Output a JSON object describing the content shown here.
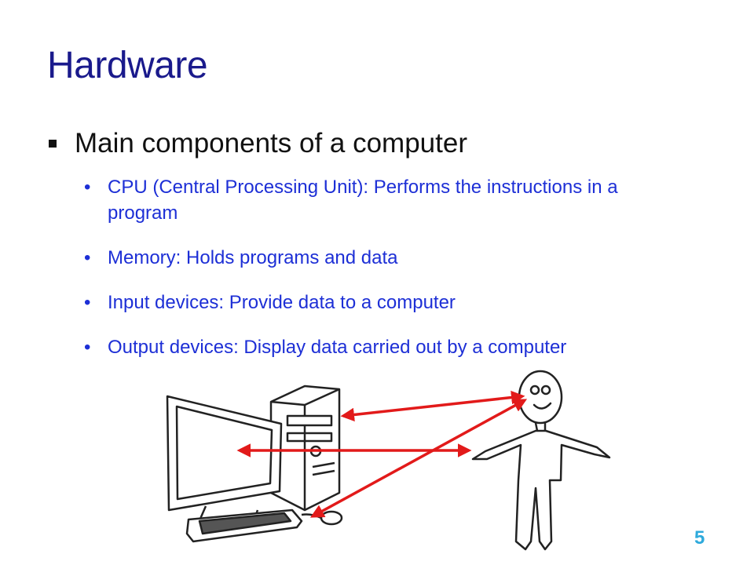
{
  "slide": {
    "title": "Hardware",
    "main_bullet": "Main components of a computer",
    "sub_bullets": [
      "CPU (Central Processing Unit): Performs the instructions in a program",
      "Memory: Holds programs and data",
      "Input devices: Provide data to a computer",
      "Output devices: Display data carried out by a computer"
    ],
    "page_number": "5"
  },
  "colors": {
    "title": "#1a1a8c",
    "sub_bullets": "#1d2fd6",
    "arrows": "#e21a1a",
    "page_number": "#2eaadc"
  }
}
